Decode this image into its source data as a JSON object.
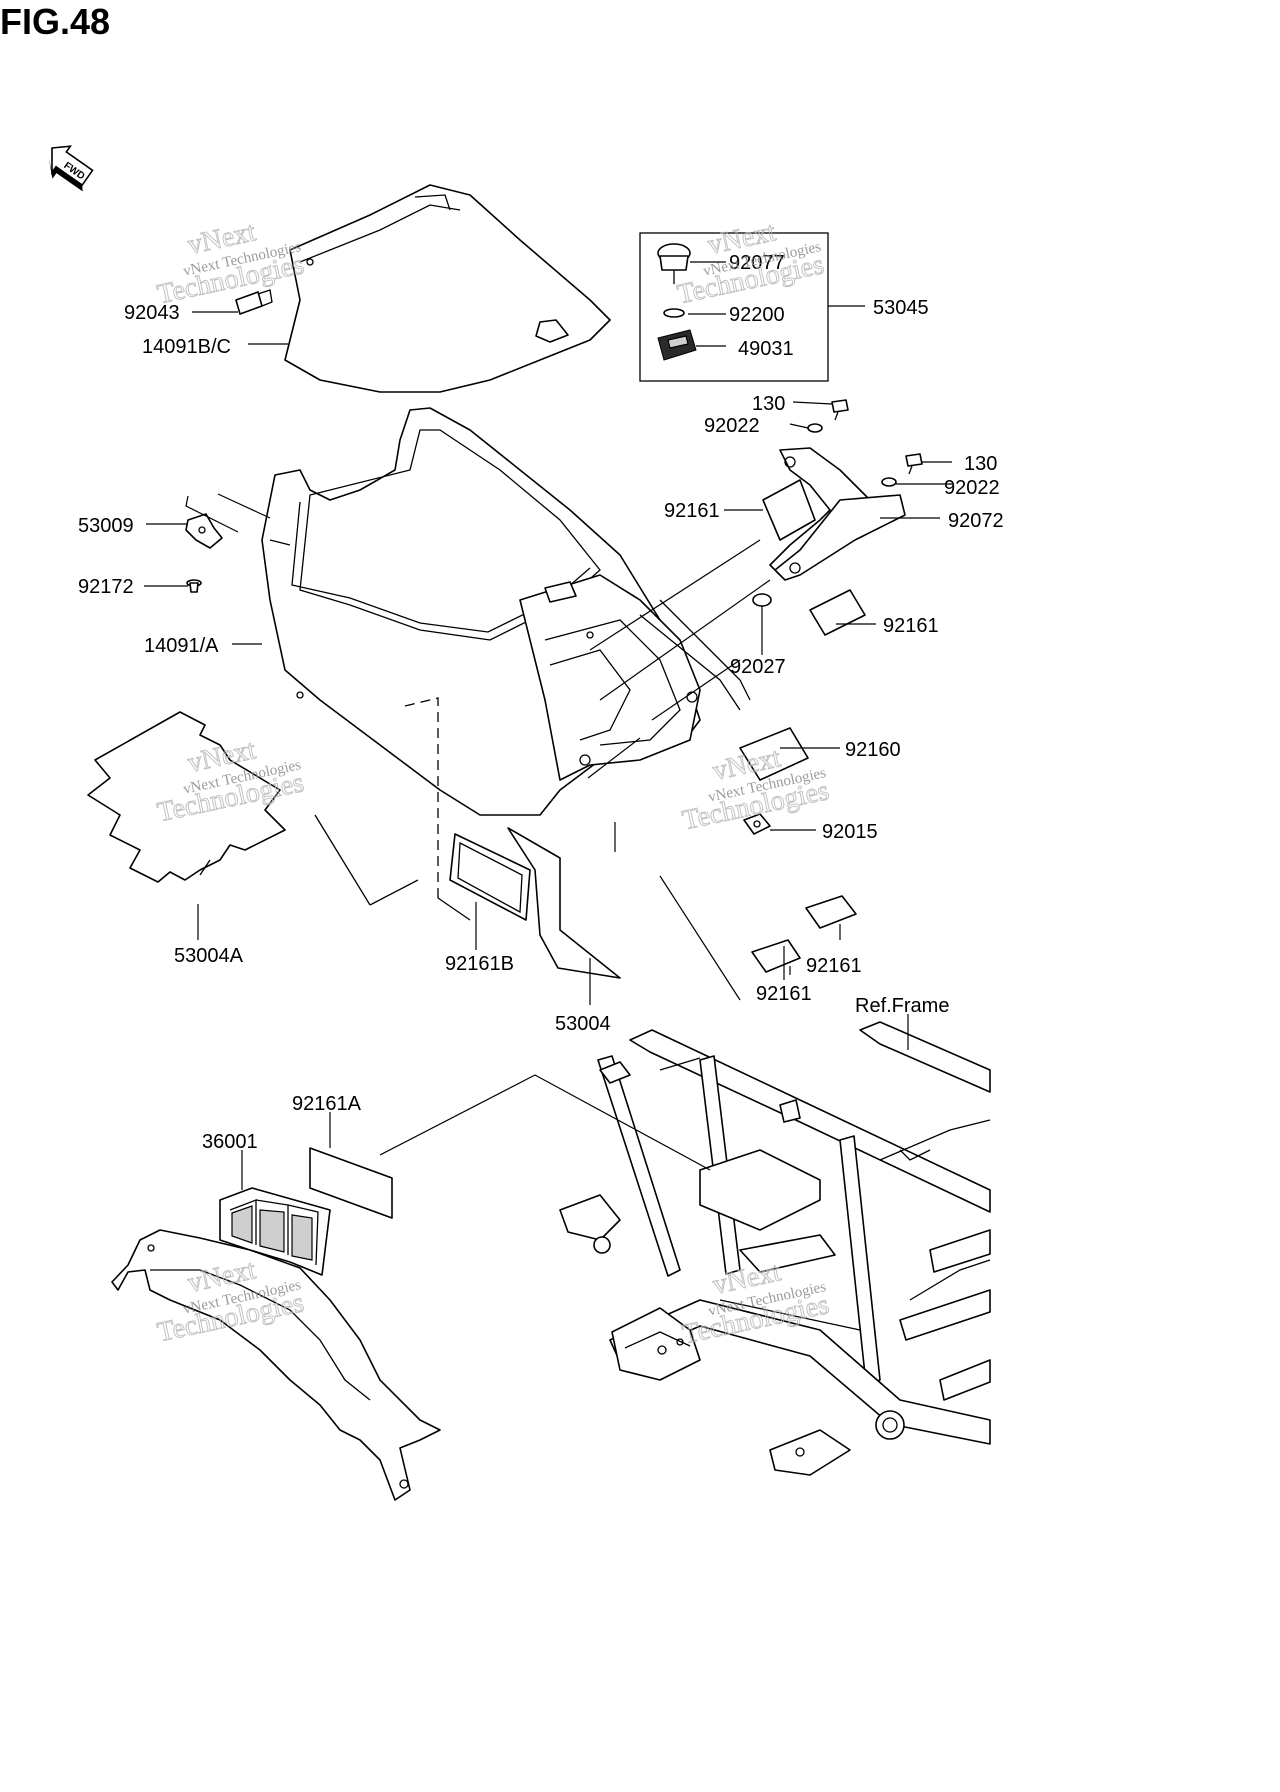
{
  "figure": {
    "title": "FIG.48",
    "direction_badge": "FWD"
  },
  "watermark": {
    "line1": "vNext Technologies",
    "line2": "vNext",
    "line3": "Technologies"
  },
  "labels": {
    "p92043": "92043",
    "p14091bc": "14091B/C",
    "p92077": "92077",
    "p92200": "92200",
    "p49031": "49031",
    "p53045": "53045",
    "p130_a": "130",
    "p92022_a": "92022",
    "p130_b": "130",
    "p92022_b": "92022",
    "p92072": "92072",
    "p92161_a": "92161",
    "p53009": "53009",
    "p92172": "92172",
    "p14091a": "14091/A",
    "p92161_b": "92161",
    "p92027": "92027",
    "p92160": "92160",
    "p92015": "92015",
    "p53004a": "53004A",
    "p92161b": "92161B",
    "p53004": "53004",
    "p92161_c": "92161",
    "p92161_d": "92161",
    "pref_frame": "Ref.Frame",
    "p92161a": "92161A",
    "p36001": "36001"
  }
}
